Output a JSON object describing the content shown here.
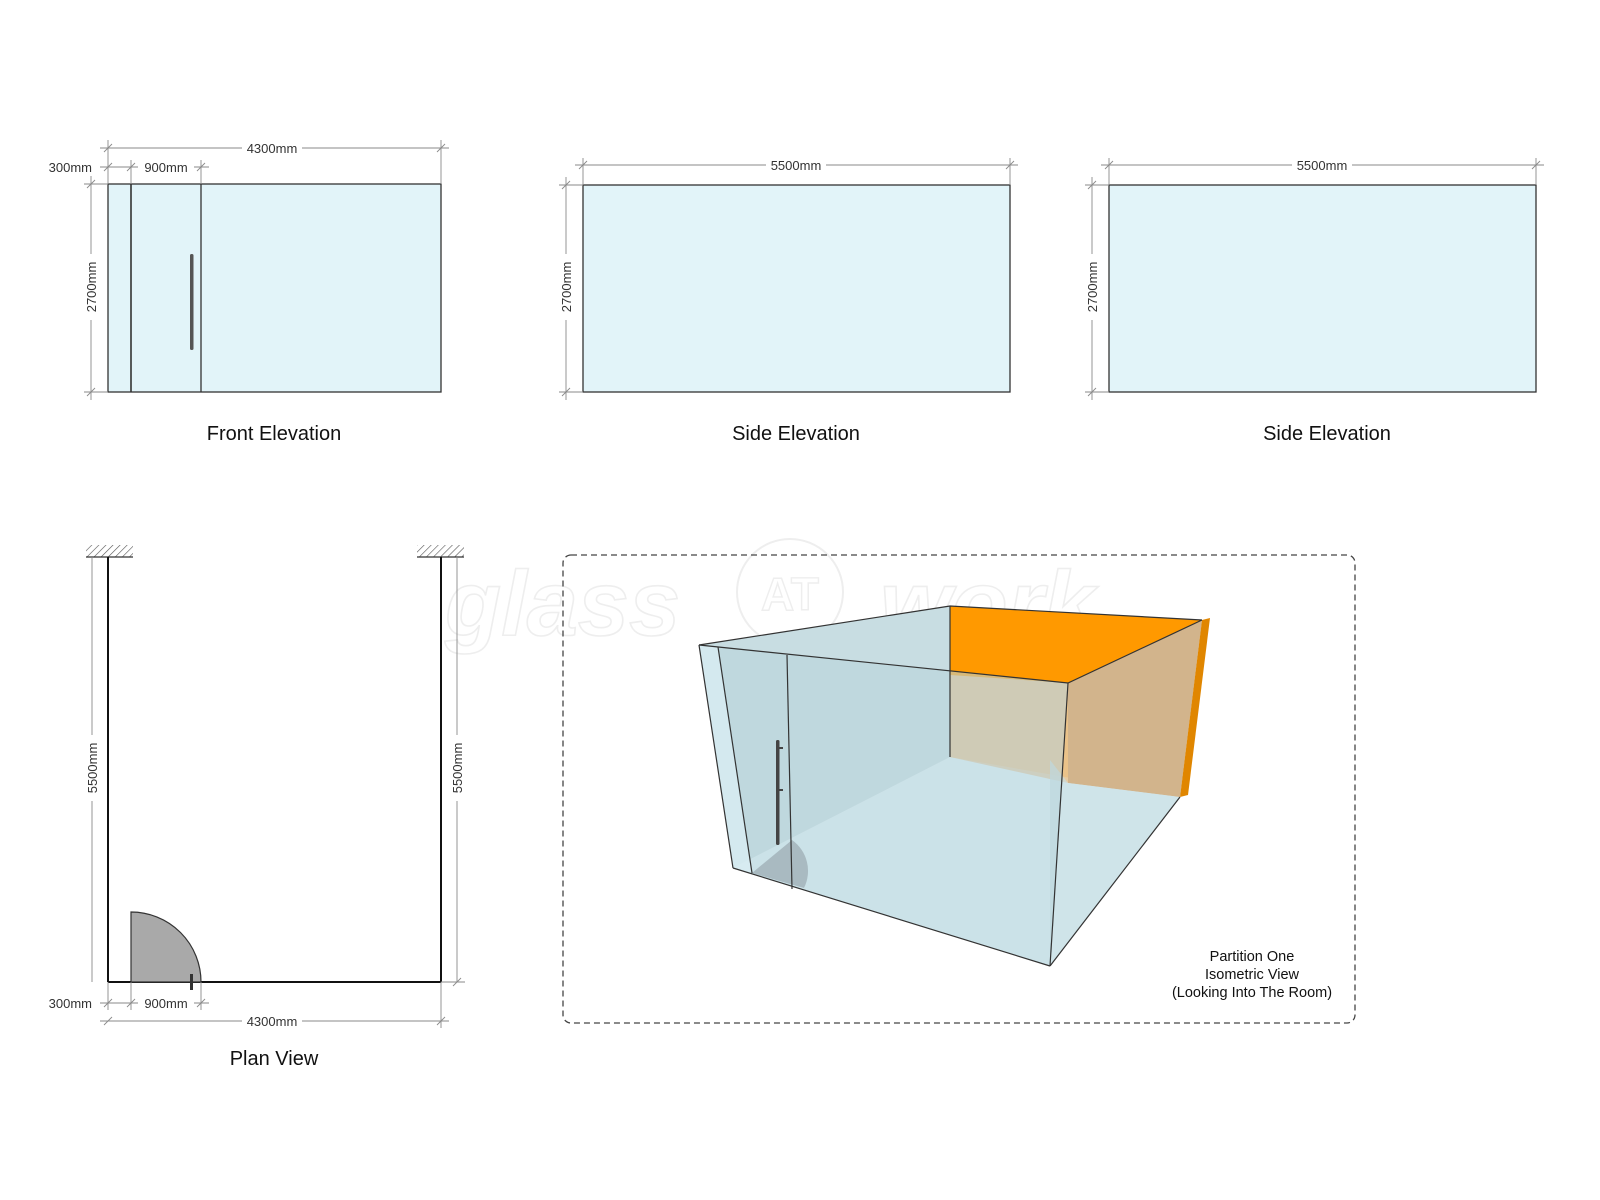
{
  "front_elevation": {
    "title": "Front Elevation",
    "dim_total": "4300mm",
    "dim_side": "300mm",
    "dim_door": "900mm",
    "dim_height": "2700mm"
  },
  "side_elevation_1": {
    "title": "Side Elevation",
    "dim_length": "5500mm",
    "dim_height": "2700mm"
  },
  "side_elevation_2": {
    "title": "Side Elevation",
    "dim_length": "5500mm",
    "dim_height": "2700mm"
  },
  "plan_view": {
    "title": "Plan View",
    "dim_left": "5500mm",
    "dim_right": "5500mm",
    "dim_side": "300mm",
    "dim_door": "900mm",
    "dim_total": "4300mm"
  },
  "isometric": {
    "caption_line1": "Partition One",
    "caption_line2": "Isometric View",
    "caption_line3": "(Looking Into The Room)"
  },
  "watermark": {
    "left": "glass",
    "center": "AT",
    "right": "work"
  },
  "colors": {
    "glass": "#e2f4f9",
    "orange_wall": "#ff9900",
    "tan_wall": "#d2b48c",
    "door_swing": "#a9a9a9",
    "outline": "#333333"
  }
}
